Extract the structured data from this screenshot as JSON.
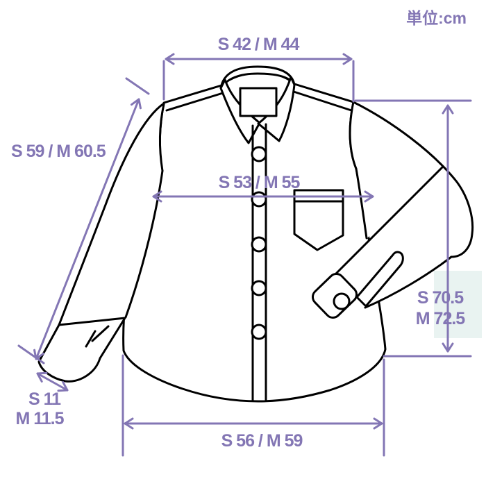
{
  "unit_label": "単位:cm",
  "unit": "cm",
  "colors": {
    "accent": "#8376b4",
    "highlight": "#e9f3f1",
    "outline": "#000000",
    "background": "#ffffff"
  },
  "garment": "long-sleeve-button-up-shirt",
  "measurements": {
    "shoulder_width": {
      "label": "S 42 / M 44",
      "S": 42,
      "M": 44
    },
    "sleeve_length": {
      "label": "S 59 / M 60.5",
      "S": 59,
      "M": 60.5
    },
    "chest_width": {
      "label": "S 53 / M 55",
      "S": 53,
      "M": 55
    },
    "body_length": {
      "line1": "S 70.5",
      "line2": "M 72.5",
      "S": 70.5,
      "M": 72.5
    },
    "hem_width": {
      "label": "S 56 / M 59",
      "S": 56,
      "M": 59
    },
    "cuff_width": {
      "line1": "S 11",
      "line2": "M 11.5",
      "S": 11,
      "M": 11.5
    }
  }
}
